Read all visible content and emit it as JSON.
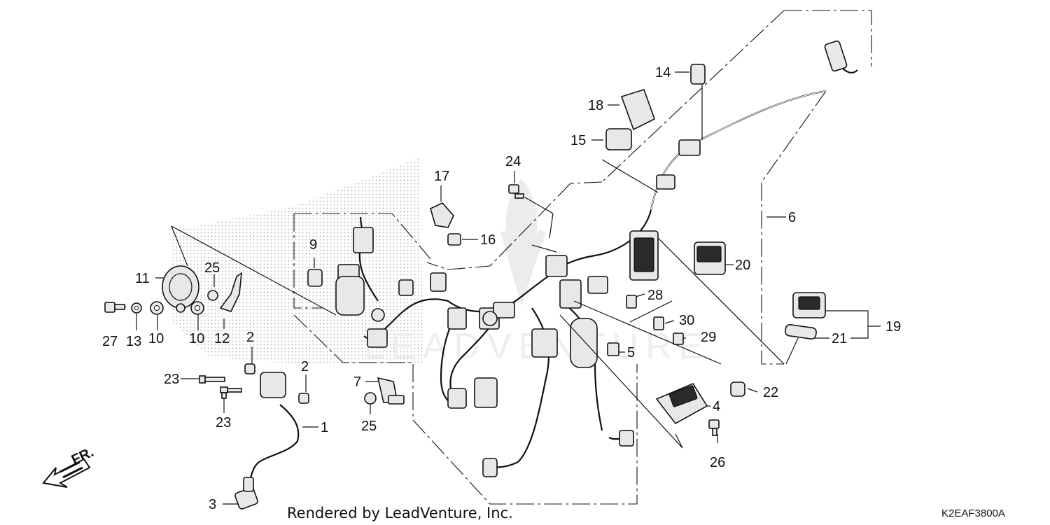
{
  "diagram": {
    "callouts": [
      {
        "id": "c1",
        "text": "1"
      },
      {
        "id": "c2a",
        "text": "2"
      },
      {
        "id": "c2b",
        "text": "2"
      },
      {
        "id": "c3",
        "text": "3"
      },
      {
        "id": "c4",
        "text": "4"
      },
      {
        "id": "c5",
        "text": "5"
      },
      {
        "id": "c6",
        "text": "6"
      },
      {
        "id": "c7",
        "text": "7"
      },
      {
        "id": "c9",
        "text": "9"
      },
      {
        "id": "c10a",
        "text": "10"
      },
      {
        "id": "c10b",
        "text": "10"
      },
      {
        "id": "c11",
        "text": "11"
      },
      {
        "id": "c12",
        "text": "12"
      },
      {
        "id": "c13",
        "text": "13"
      },
      {
        "id": "c14",
        "text": "14"
      },
      {
        "id": "c15",
        "text": "15"
      },
      {
        "id": "c16",
        "text": "16"
      },
      {
        "id": "c17",
        "text": "17"
      },
      {
        "id": "c18",
        "text": "18"
      },
      {
        "id": "c19",
        "text": "19"
      },
      {
        "id": "c20",
        "text": "20"
      },
      {
        "id": "c21",
        "text": "21"
      },
      {
        "id": "c22",
        "text": "22"
      },
      {
        "id": "c23a",
        "text": "23"
      },
      {
        "id": "c23b",
        "text": "23"
      },
      {
        "id": "c24",
        "text": "24"
      },
      {
        "id": "c25a",
        "text": "25"
      },
      {
        "id": "c25b",
        "text": "25"
      },
      {
        "id": "c26",
        "text": "26"
      },
      {
        "id": "c27",
        "text": "27"
      },
      {
        "id": "c28",
        "text": "28"
      },
      {
        "id": "c29",
        "text": "29"
      },
      {
        "id": "c30",
        "text": "30"
      }
    ],
    "front_arrow_label": "FR.",
    "watermark": "LEADVENTURE",
    "footer": {
      "credit": "Rendered by LeadVenture, Inc.",
      "diagram_code": "K2EAF3800A"
    }
  }
}
